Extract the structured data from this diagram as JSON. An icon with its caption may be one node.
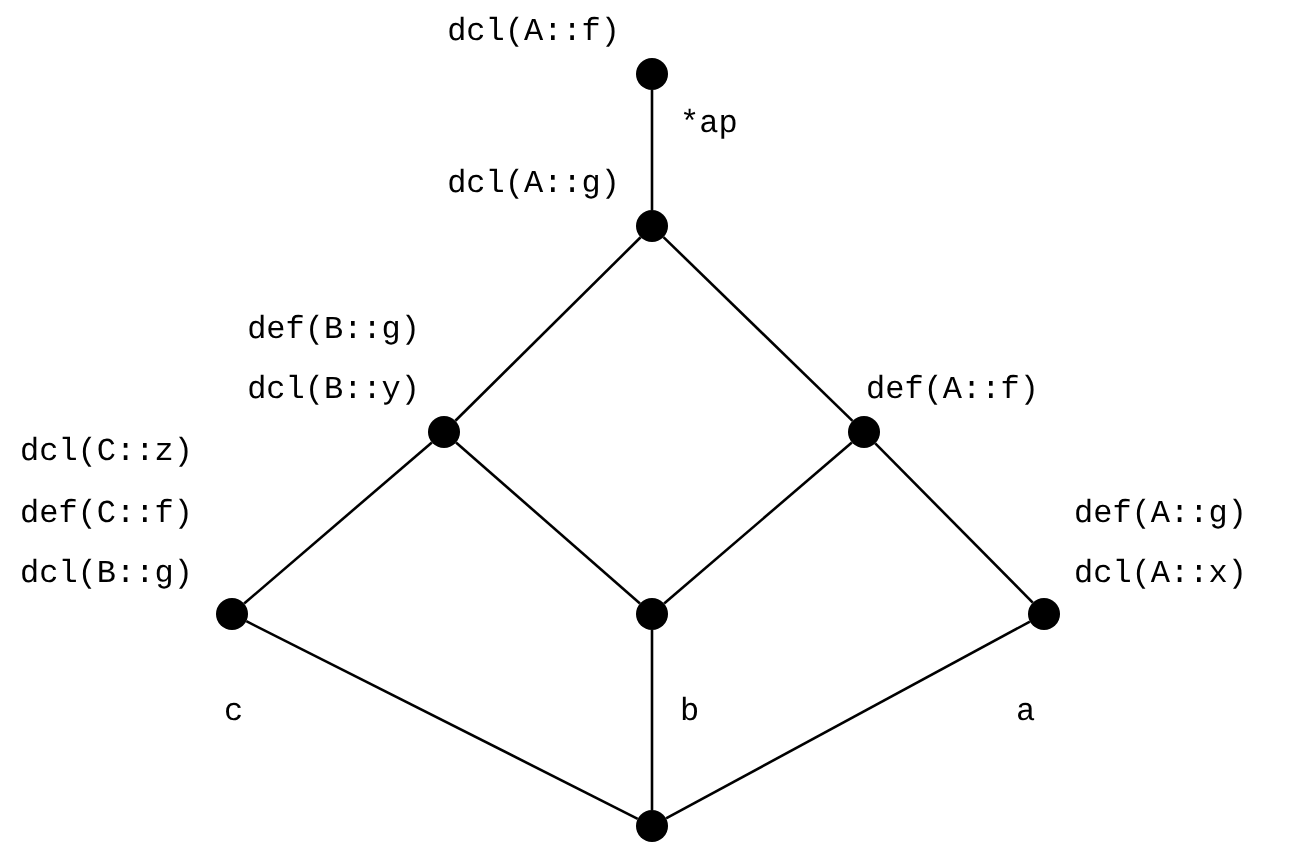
{
  "diagram": {
    "nodes": [
      {
        "text": [],
        "shape": "circle",
        "beside": [
          "dcl(A::f)"
        ]
      },
      {
        "text": [],
        "shape": "circle",
        "beside": [
          "dcl(A::g)"
        ]
      },
      {
        "text": [],
        "shape": "circle",
        "beside": [
          "def(B::g)",
          "dcl(B::y)"
        ]
      },
      {
        "text": [],
        "shape": "circle",
        "beside": [
          "def(A::f)"
        ]
      },
      {
        "text": [],
        "shape": "circle",
        "beside": [
          "dcl(C::z)",
          "def(C::f)",
          "dcl(B::g)",
          "c"
        ]
      },
      {
        "text": [],
        "shape": "circle",
        "beside": [
          "b"
        ]
      },
      {
        "text": [],
        "shape": "circle",
        "beside": [
          "def(A::g)",
          "dcl(A::x)",
          "a"
        ]
      },
      {
        "text": [],
        "shape": "circle"
      }
    ],
    "edges": [
      {
        "from": 0,
        "to": 1,
        "arrow": "none",
        "label": "*ap"
      },
      {
        "from": 1,
        "to": 2,
        "arrow": "none"
      },
      {
        "from": 1,
        "to": 3,
        "arrow": "none"
      },
      {
        "from": 2,
        "to": 4,
        "arrow": "none"
      },
      {
        "from": 2,
        "to": 5,
        "arrow": "none"
      },
      {
        "from": 3,
        "to": 5,
        "arrow": "none"
      },
      {
        "from": 3,
        "to": 6,
        "arrow": "none"
      },
      {
        "from": 4,
        "to": 7,
        "arrow": "none"
      },
      {
        "from": 5,
        "to": 7,
        "arrow": "none"
      },
      {
        "from": 6,
        "to": 7,
        "arrow": "none"
      }
    ]
  }
}
